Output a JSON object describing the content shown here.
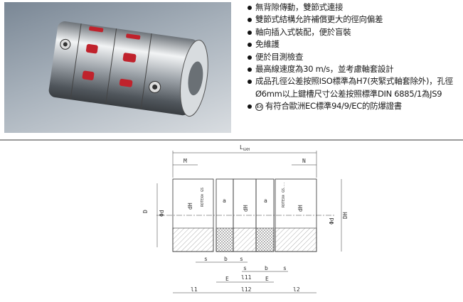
{
  "features": [
    "無背隙傳動，雙節式連接",
    "雙節式結構允許補償更大的徑向偏差",
    "軸向插入式裝配，便於盲裝",
    "免維護",
    "便於目測檢查",
    "最高線速度為30 m/s，並考慮軸套設計",
    "成品孔徑公差按照ISO標準為H7(夾緊式軸套除外)，孔徑",
    "Ø6mm以上鍵槽尺寸公差按照標準DIN 6885/1為JS9",
    "有符合歐洲EC標準94/9/EC的防爆證書"
  ],
  "ex_mark": "Ex",
  "drawing": {
    "L_total": "L",
    "L_total_sub": "GXH",
    "M": "M",
    "N": "N",
    "D": "D",
    "phi_d_left": "Φd",
    "phi_d_right": "Φd",
    "dH_left": "dH",
    "dH_mid": "dH",
    "dH_right": "dH",
    "a_left": "a",
    "a_right": "a",
    "D_H": "DH",
    "s": "s",
    "b": "b",
    "E": "E",
    "l11": "l11",
    "l12": "l12",
    "l1": "l1",
    "l2": "l2",
    "brand_left": "ROTEX® GS",
    "brand_right": "ROTEX® GS..."
  },
  "colors": {
    "spider": "#c0222c",
    "steel": "#c8cdd2"
  }
}
